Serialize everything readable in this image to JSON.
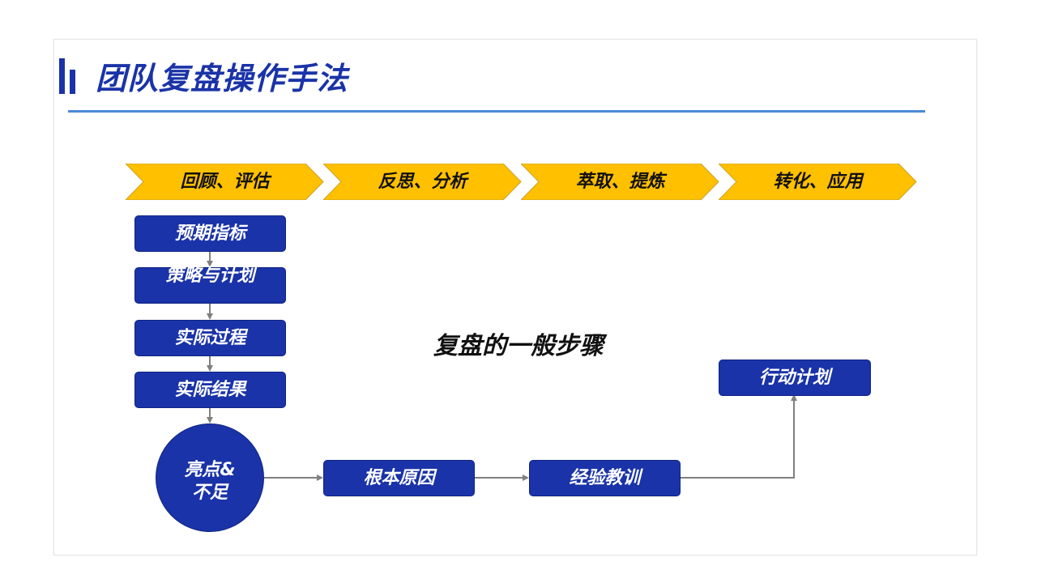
{
  "title": "团队复盘操作手法",
  "phases": [
    "回顾、评估",
    "反思、分析",
    "萃取、提炼",
    "转化、应用"
  ],
  "steps": [
    "预期指标",
    "策略与计划",
    "实际过程",
    "实际结果"
  ],
  "highlight": {
    "line1": "亮点&",
    "line2": "不足"
  },
  "analysis": [
    "根本原因",
    "经验教训"
  ],
  "action": "行动计划",
  "center_title": "复盘的一般步骤",
  "colors": {
    "primary": "#1a33a8",
    "chevron": "#ffc000",
    "rule": "#4a8ad6",
    "connector": "#808080"
  }
}
